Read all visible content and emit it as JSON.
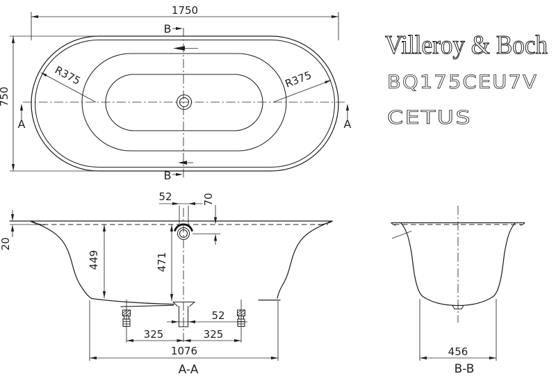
{
  "brand": {
    "logo_text": "Villeroy & Boch",
    "model_code": "BQ175CEU7V",
    "series_name": "CETUS"
  },
  "plan_view": {
    "dim_length": "1750",
    "dim_width": "750",
    "radius_label_left": "R375",
    "radius_label_right": "R375",
    "marker_a": "A",
    "marker_b": "B"
  },
  "section_aa": {
    "label": "A-A",
    "dim_rim_drop": "20",
    "dim_overflow_width": "52",
    "dim_overflow_depth": "70",
    "dim_depth_inner": "449",
    "dim_depth_center": "471",
    "dim_drain_width": "52",
    "dim_foot_left": "325",
    "dim_foot_right": "325",
    "dim_overall": "1076"
  },
  "section_bb": {
    "label": "B-B",
    "dim_bottom_width": "456"
  },
  "colors": {
    "line": "#1f1f1f",
    "background": "#ffffff"
  }
}
